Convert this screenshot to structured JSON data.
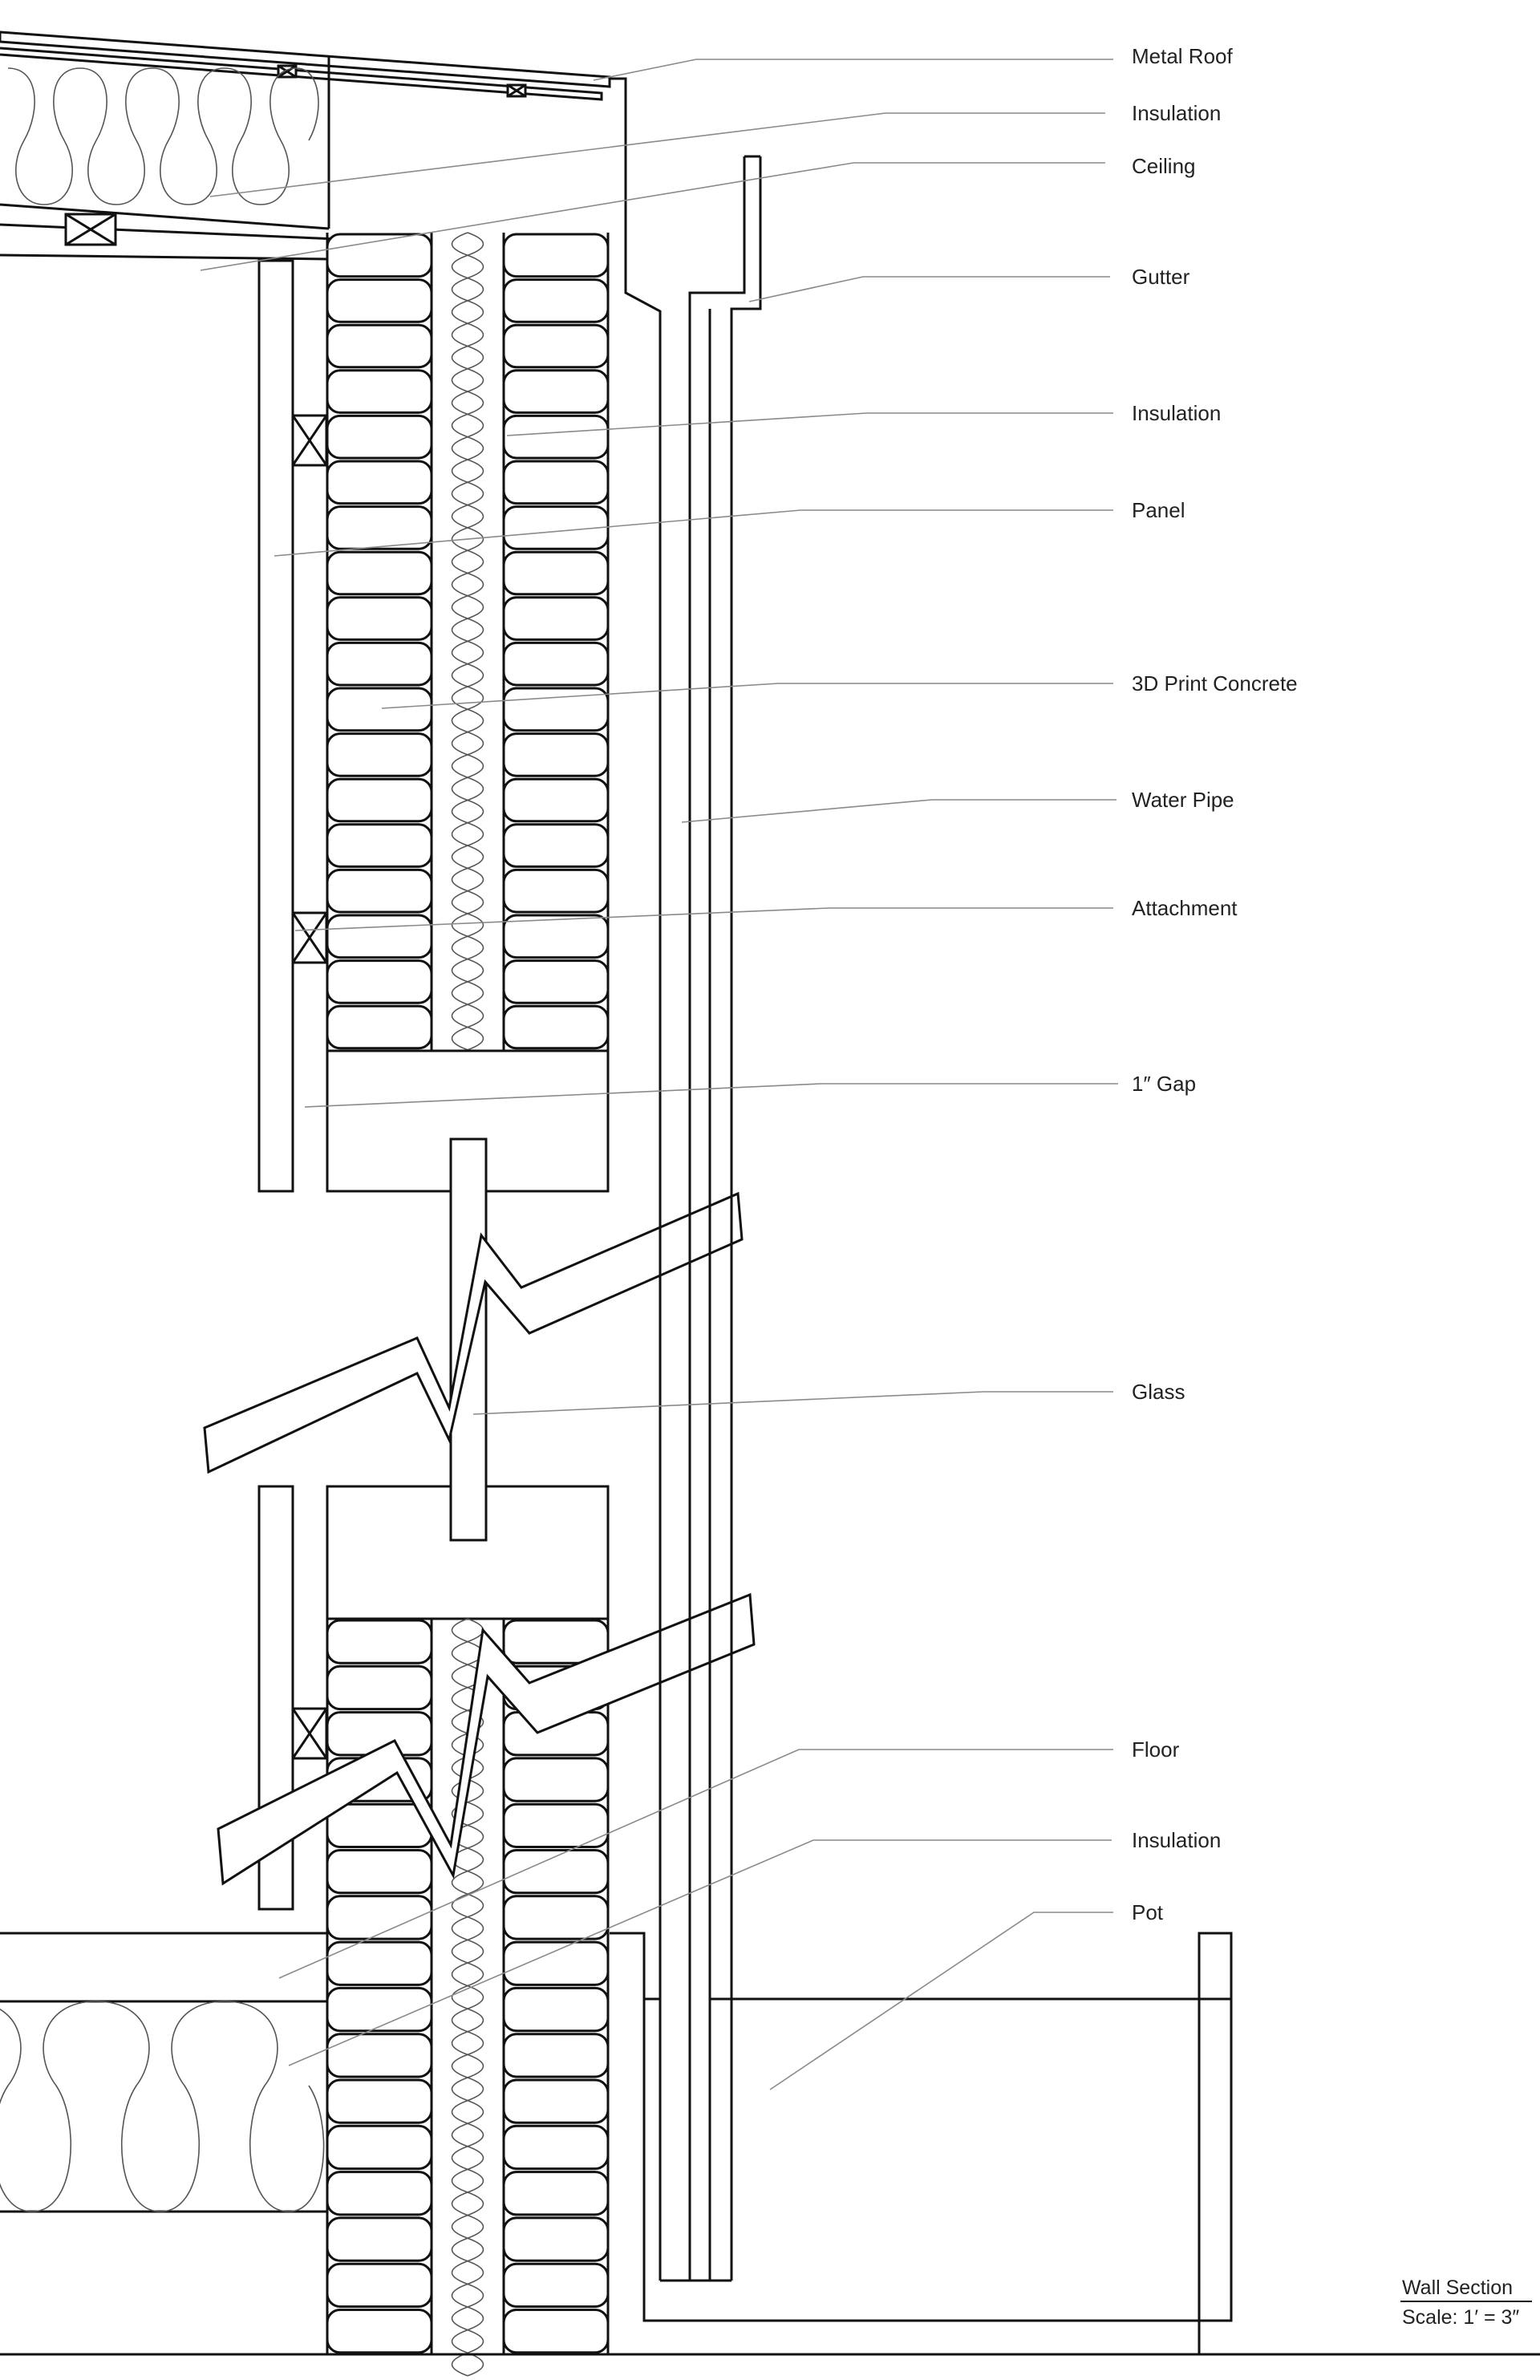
{
  "labels": {
    "metal_roof": "Metal Roof",
    "roof_insulation": "Insulation",
    "ceiling": "Ceiling",
    "gutter": "Gutter",
    "wall_insulation": "Insulation",
    "panel": "Panel",
    "print_concrete": "3D Print Concrete",
    "water_pipe": "Water Pipe",
    "attachment": "Attachment",
    "gap": "1″ Gap",
    "glass": "Glass",
    "floor": "Floor",
    "floor_insulation": "Insulation",
    "pot": "Pot"
  },
  "title_block": {
    "title": "Wall Section",
    "scale": "Scale: 1′ = 3″"
  }
}
